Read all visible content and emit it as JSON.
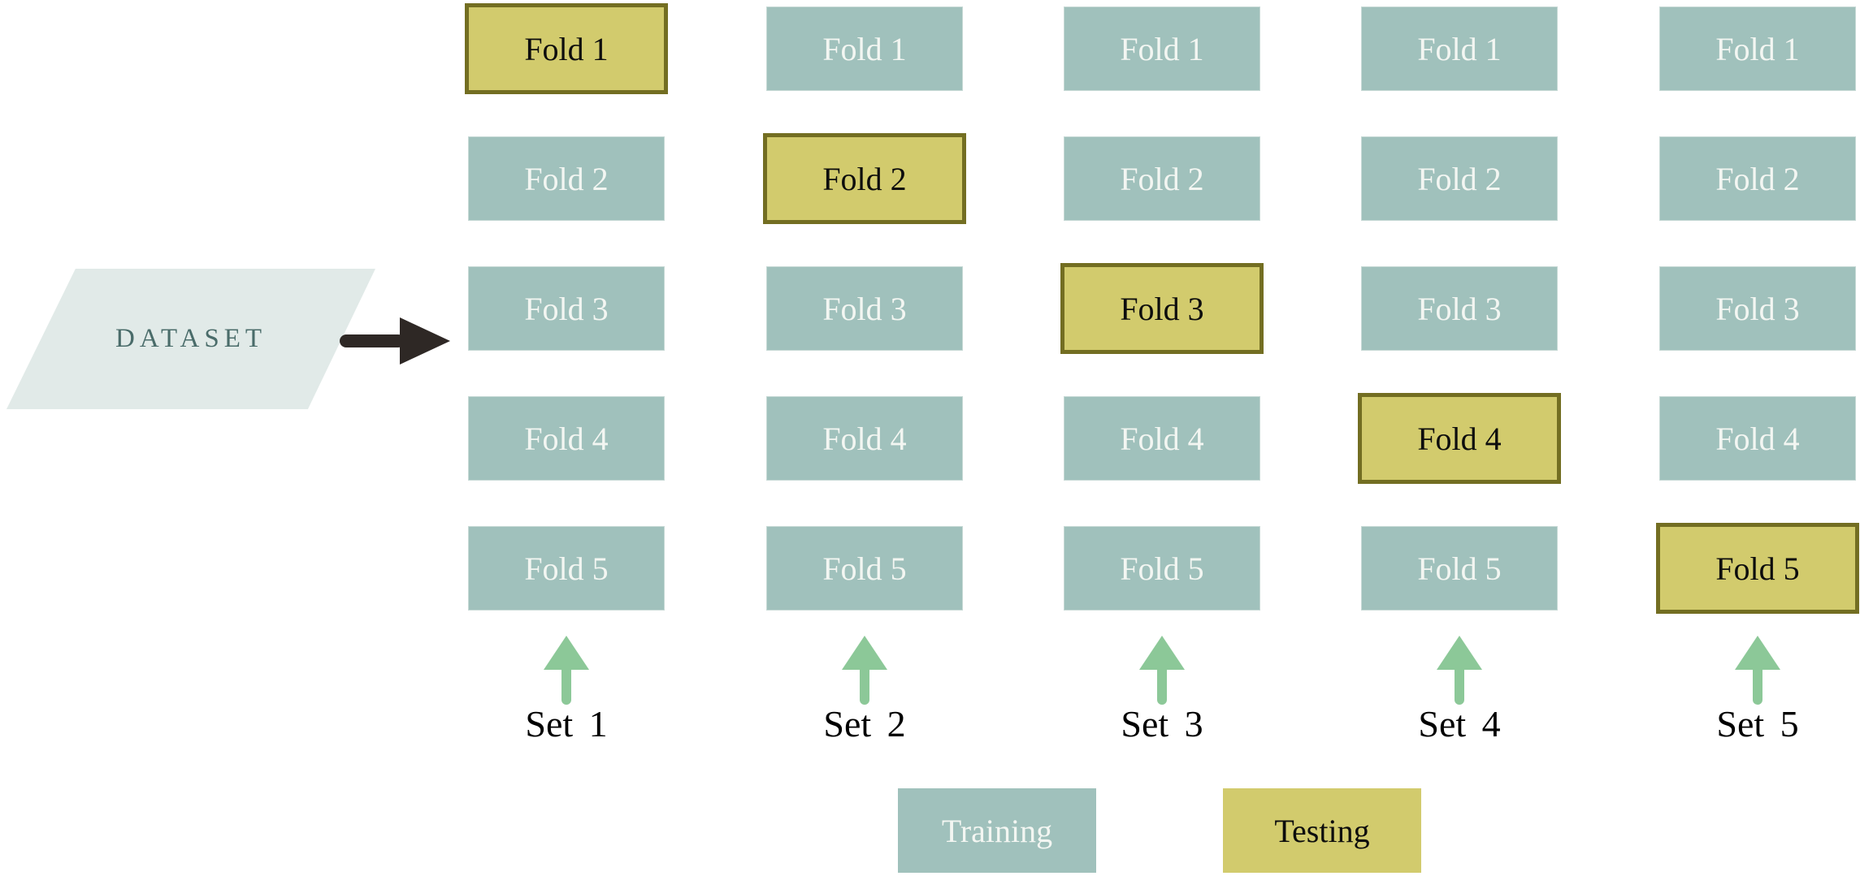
{
  "dataset": {
    "label": "DATASET"
  },
  "sets": [
    {
      "label": "Set 1",
      "test_fold": 1,
      "folds": [
        {
          "label": "Fold 1",
          "role": "testing"
        },
        {
          "label": "Fold 2",
          "role": "training"
        },
        {
          "label": "Fold 3",
          "role": "training"
        },
        {
          "label": "Fold 4",
          "role": "training"
        },
        {
          "label": "Fold 5",
          "role": "training"
        }
      ]
    },
    {
      "label": "Set 2",
      "test_fold": 2,
      "folds": [
        {
          "label": "Fold 1",
          "role": "training"
        },
        {
          "label": "Fold 2",
          "role": "testing"
        },
        {
          "label": "Fold 3",
          "role": "training"
        },
        {
          "label": "Fold 4",
          "role": "training"
        },
        {
          "label": "Fold 5",
          "role": "training"
        }
      ]
    },
    {
      "label": "Set 3",
      "test_fold": 3,
      "folds": [
        {
          "label": "Fold 1",
          "role": "training"
        },
        {
          "label": "Fold 2",
          "role": "training"
        },
        {
          "label": "Fold 3",
          "role": "testing"
        },
        {
          "label": "Fold 4",
          "role": "training"
        },
        {
          "label": "Fold 5",
          "role": "training"
        }
      ]
    },
    {
      "label": "Set 4",
      "test_fold": 4,
      "folds": [
        {
          "label": "Fold 1",
          "role": "training"
        },
        {
          "label": "Fold 2",
          "role": "training"
        },
        {
          "label": "Fold 3",
          "role": "training"
        },
        {
          "label": "Fold 4",
          "role": "testing"
        },
        {
          "label": "Fold 5",
          "role": "training"
        }
      ]
    },
    {
      "label": "Set 5",
      "test_fold": 5,
      "folds": [
        {
          "label": "Fold 1",
          "role": "training"
        },
        {
          "label": "Fold 2",
          "role": "training"
        },
        {
          "label": "Fold 3",
          "role": "training"
        },
        {
          "label": "Fold 4",
          "role": "training"
        },
        {
          "label": "Fold 5",
          "role": "testing"
        }
      ]
    }
  ],
  "legend": {
    "items": [
      {
        "label": "Training",
        "role": "training"
      },
      {
        "label": "Testing",
        "role": "testing"
      }
    ]
  },
  "colors": {
    "training_fill": "#a0c1bc",
    "training_text": "#f3f6f2",
    "testing_fill": "#d2cb6d",
    "testing_border": "#736e22",
    "testing_text": "#0d0d0d",
    "dataset_fill": "#e1eae8",
    "dataset_text": "#4a6c6a",
    "dataset_arrow": "#2e2825",
    "set_arrow": "#8cc898",
    "set_label": "#000000"
  }
}
